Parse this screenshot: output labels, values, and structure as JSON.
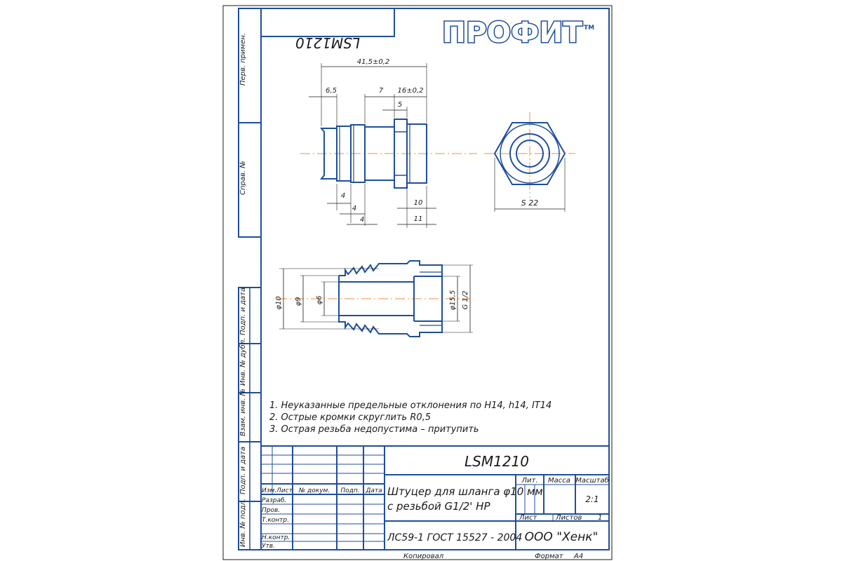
{
  "logo": {
    "text": "ПРОФИТ",
    "tm": "TM",
    "color": "#1f4e9c"
  },
  "stamp_top": "LSM1210",
  "side_labels": {
    "perv_primen": "Перв. примен.",
    "sprav_no": "Справ. №",
    "podp_data_1": "Подп. и дата",
    "inv_dubl": "Инв. № дубл.",
    "vzam_inv": "Взам. инв. №",
    "podp_data_2": "Подп. и дата",
    "inv_podl": "Инв. № подл."
  },
  "dimensions": {
    "overall_length": "41,5±0,2",
    "tip_length": "6,5",
    "barb_section": "7",
    "hex_section": "16±0,2",
    "hex_width": "5",
    "barb_pitch_1": "4",
    "barb_pitch_2": "4",
    "barb_pitch_3": "4",
    "thread_length": "10",
    "thread_total": "11",
    "hex_size": "S 22",
    "d_outer": "φ10",
    "d_barb": "φ9",
    "d_inner": "φ6",
    "d_thread": "φ15,5",
    "thread_spec": "G 1/2"
  },
  "notes": [
    "1. Неуказанные предельные отклонения по H14, h14, IT14",
    "2. Острые кромки скруглить R0,5",
    "3. Острая резьба недопустима – притупить"
  ],
  "title_block": {
    "designation": "LSM1210",
    "name_line1": "Штуцер для шланга φ10 мм",
    "name_line2": "с резьбой G1/2' HP",
    "material": "ЛС59-1 ГОСТ 15527 - 2004",
    "company": "ООО \"Хенк\"",
    "col_izm": "Изм.",
    "col_list": "Лист",
    "col_doc": "№ докум.",
    "col_podp": "Подп.",
    "col_data": "Дата",
    "row_razrab": "Разраб.",
    "row_prov": "Пров.",
    "row_tkontr": "Т.контр.",
    "row_nkontr": "Н.контр.",
    "row_utv": "Утв.",
    "lit": "Лит.",
    "massa": "Масса",
    "masshtab": "Масштаб",
    "scale": "2:1",
    "sheet": "Лист",
    "sheets": "Листов",
    "sheets_count": "1",
    "copied": "Копировал",
    "format_label": "Формат",
    "format_value": "A4"
  }
}
